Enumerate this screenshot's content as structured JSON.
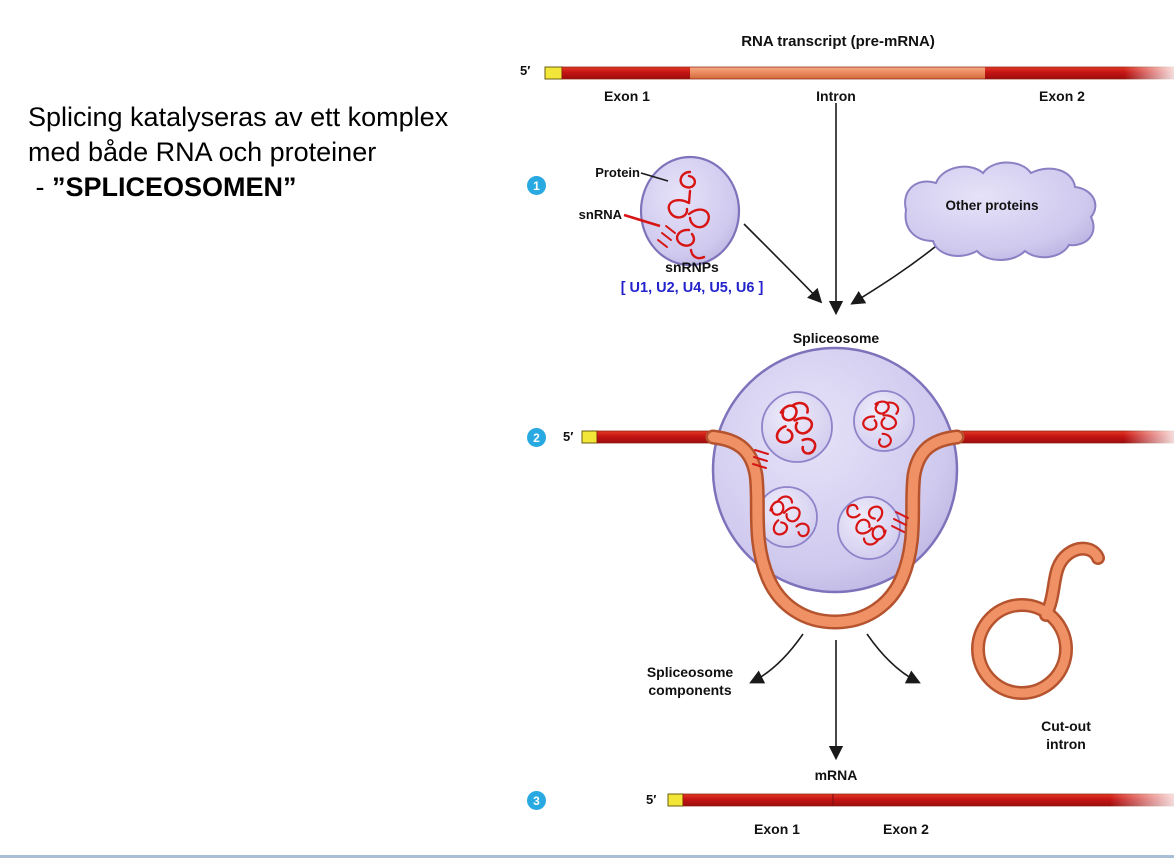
{
  "caption": {
    "line1": "Splicing katalyseras av ett komplex",
    "line2": "med både RNA och proteiner",
    "line3_prefix": " - ",
    "line3_bold": "”SPLICEOSOMEN”"
  },
  "diagram": {
    "title": "RNA transcript (pre-mRNA)",
    "five_prime": "5′",
    "top_bar": {
      "exon1": "Exon 1",
      "intron": "Intron",
      "exon2": "Exon 2"
    },
    "snrnp": {
      "step": "1",
      "protein": "Protein",
      "snrna": "snRNA",
      "snrnps": "snRNPs",
      "u_list": "[ U1, U2, U4, U5, U6 ]",
      "other_proteins": "Other proteins"
    },
    "spliceosome": {
      "step": "2",
      "label": "Spliceosome"
    },
    "components": {
      "line1": "Spliceosome",
      "line2": "components"
    },
    "cutout": {
      "line1": "Cut-out",
      "line2": "intron"
    },
    "mrna": {
      "step": "3",
      "label": "mRNA",
      "exon1": "Exon 1",
      "exon2": "Exon 2"
    }
  },
  "colors": {
    "step_badge_blue": "#29a9e1",
    "exon_red": "#c51414",
    "intron_salmon": "#e98a5c",
    "cap_yellow": "#f2e738",
    "snrnp_purple": "#cfc9ee",
    "rna_squiggle_red": "#d81515",
    "u_list_blue": "#2323cc",
    "bottom_rule_blue": "#a9bdd5"
  }
}
